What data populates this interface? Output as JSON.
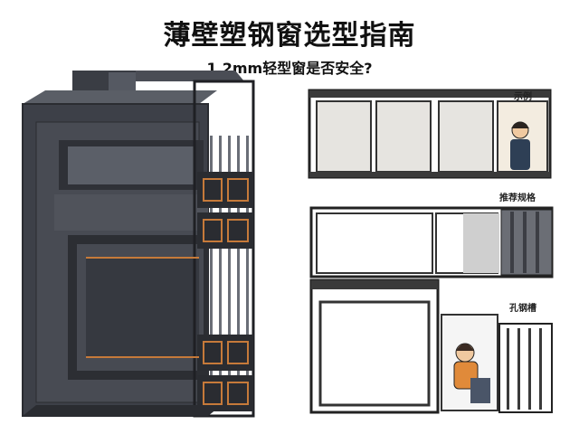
{
  "title": "薄壁塑钢窗选型指南",
  "subtitle": "1.2mm轻型窗是否安全?",
  "panels": [
    {
      "label": "示例"
    },
    {
      "label": "推荐规格"
    },
    {
      "label": "孔钢槽"
    }
  ]
}
